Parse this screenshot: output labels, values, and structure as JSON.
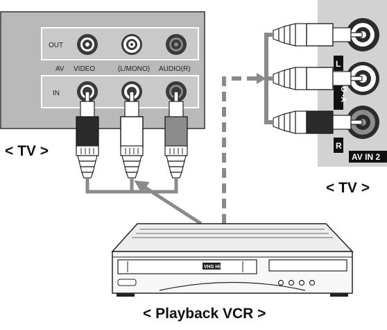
{
  "tv_left": {
    "out_label": "OUT",
    "in_label": "IN",
    "av_label": "AV",
    "video_label": "VIDEO",
    "lmono_label": "(L/MONO)",
    "audio_r_label": "AUDIO(R)",
    "caption": "< TV >"
  },
  "tv_right": {
    "side_label_l": "L",
    "side_label_mid": "O -A",
    "side_label_r": "R",
    "input_label": "AV IN 2",
    "caption": "< TV >"
  },
  "vcr": {
    "badge": "VHS HiQ",
    "caption": "< Playback VCR >"
  },
  "colors": {
    "panel": "#c4c4c4",
    "tv_left_bg": "#b9b9b9",
    "tv_right_bg": "#d2d2d2",
    "cable": "#8a8a8a",
    "plug_dark": "#2b2b2b",
    "plug_light": "#ffffff",
    "plug_mid": "#8c8c8c"
  }
}
